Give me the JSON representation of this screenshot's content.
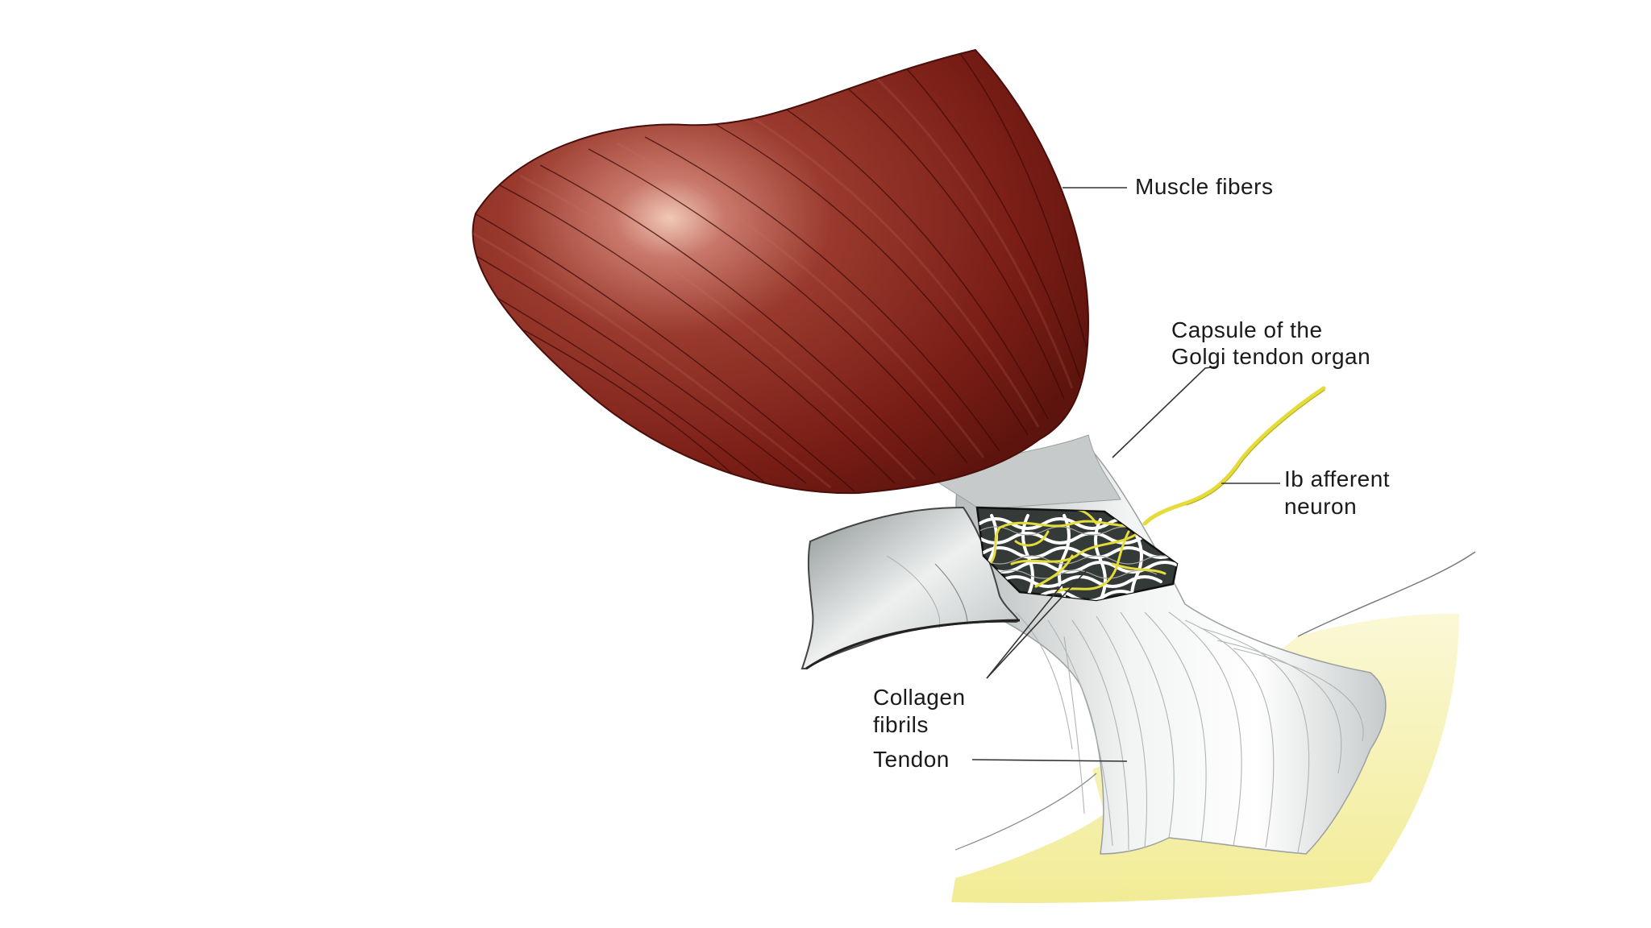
{
  "labels": {
    "muscle_fibers": "Muscle fibers",
    "capsule_line1": "Capsule of the",
    "capsule_line2": "Golgi tendon organ",
    "afferent_line1": "Ib afferent",
    "afferent_line2": "neuron",
    "collagen_line1": "Collagen",
    "collagen_line2": "fibrils",
    "tendon": "Tendon"
  },
  "colors": {
    "muscle": "#7a1e16",
    "muscle_highlight": "#e8b8a8",
    "tendon": "#e4e6e6",
    "capsule_shell": "#9aa0a0",
    "nerve": "#e3dc3a",
    "bone": "#f4f0a8"
  }
}
